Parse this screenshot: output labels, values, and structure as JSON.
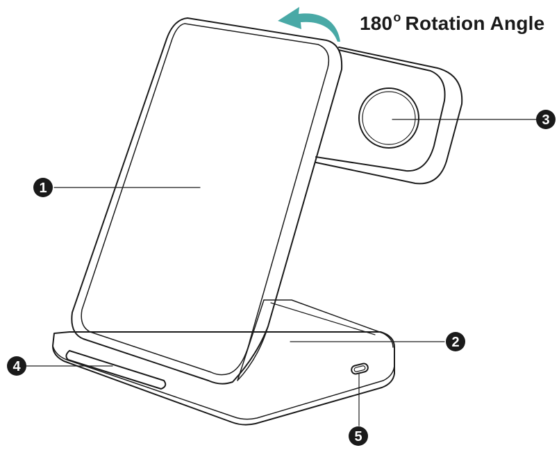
{
  "header": {
    "angle_value": "180",
    "angle_unit": "o",
    "angle_label": "Rotation Angle"
  },
  "callouts": [
    {
      "number": "1"
    },
    {
      "number": "2"
    },
    {
      "number": "3"
    },
    {
      "number": "4"
    },
    {
      "number": "5"
    }
  ],
  "colors": {
    "rotation_arrow": "#49a9a6",
    "outline": "#1a1a1a",
    "callout_fill": "#1a1a1a"
  },
  "icons": {
    "rotation": "curved-arrow-icon"
  }
}
